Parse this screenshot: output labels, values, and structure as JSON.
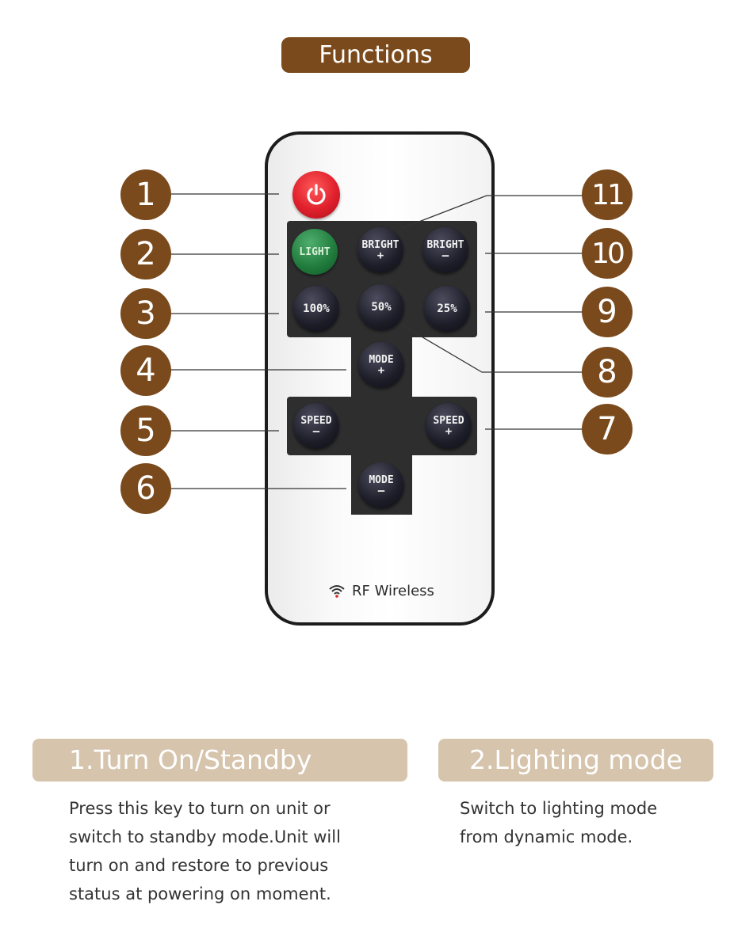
{
  "header": {
    "title": "Functions"
  },
  "remote": {
    "buttons": {
      "light": {
        "label": "LIGHT"
      },
      "bright_plus": {
        "label": "BRIGHT",
        "sym": "+"
      },
      "bright_minus": {
        "label": "BRIGHT",
        "sym": "–"
      },
      "p100": {
        "label": "100%"
      },
      "p50": {
        "label": "50%"
      },
      "p25": {
        "label": "25%"
      },
      "mode_plus": {
        "label": "MODE",
        "sym": "+"
      },
      "mode_minus": {
        "label": "MODE",
        "sym": "–"
      },
      "speed_minus": {
        "label": "SPEED",
        "sym": "–"
      },
      "speed_plus": {
        "label": "SPEED",
        "sym": "+"
      }
    },
    "brand": "RF Wireless",
    "power_icon": "power-icon",
    "wireless_icon": "wifi-icon"
  },
  "callouts": [
    "1",
    "2",
    "3",
    "4",
    "5",
    "6",
    "7",
    "8",
    "9",
    "10",
    "11"
  ],
  "sections": [
    {
      "title": "1.Turn On/Standby",
      "lines": [
        "Press this key to turn on unit or",
        "switch to standby mode.Unit will",
        "turn on and restore to previous",
        "status at powering on moment."
      ]
    },
    {
      "title": "2.Lighting mode",
      "lines": [
        "Switch to lighting mode",
        "from dynamic mode."
      ]
    }
  ],
  "colors": {
    "accent_brown": "#7a4a1c",
    "section_tan": "#d6c4ac",
    "power_red": "#e0202c",
    "light_green": "#1f7a3b"
  }
}
